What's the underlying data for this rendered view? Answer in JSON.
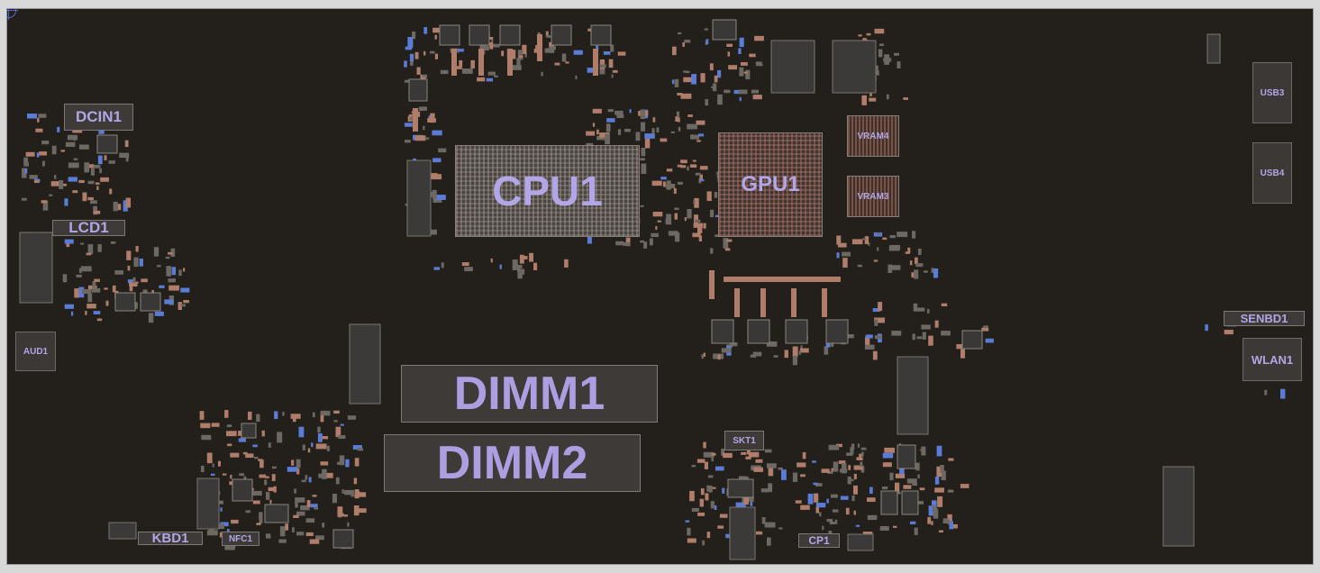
{
  "board": {
    "colors": {
      "background": "#23201c",
      "label": "#b3a6e6",
      "component_fill": "#3b3835",
      "component_outline": "#6f6a66",
      "pad_copper": "#b07d6a",
      "pad_blue": "#5a7bd6"
    }
  },
  "components": {
    "cpu1": "CPU1",
    "gpu1": "GPU1",
    "vram4": "VRAM4",
    "vram3": "VRAM3",
    "dimm1": "DIMM1",
    "dimm2": "DIMM2",
    "dcin1": "DCIN1",
    "lcd1": "LCD1",
    "aud1": "AUD1",
    "kbd1": "KBD1",
    "nfc1": "NFC1",
    "skt1": "SKT1",
    "cp1": "CP1",
    "usb3": "USB3",
    "usb4": "USB4",
    "senbd1": "SENBD1",
    "wlan1": "WLAN1"
  }
}
